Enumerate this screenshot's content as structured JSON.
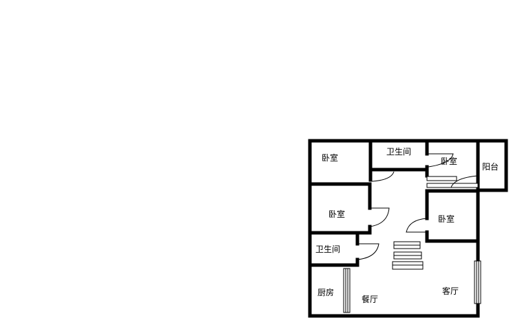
{
  "rooms": {
    "bedroom_top_left": "卧室",
    "bathroom_top": "卫生间",
    "bedroom_top_right": "卧室",
    "balcony": "阳台",
    "bedroom_middle_left": "卧室",
    "bedroom_middle_right": "卧室",
    "bathroom_lower": "卫生间",
    "kitchen": "厨房",
    "dining_room": "餐厅",
    "living_room": "客厅"
  }
}
